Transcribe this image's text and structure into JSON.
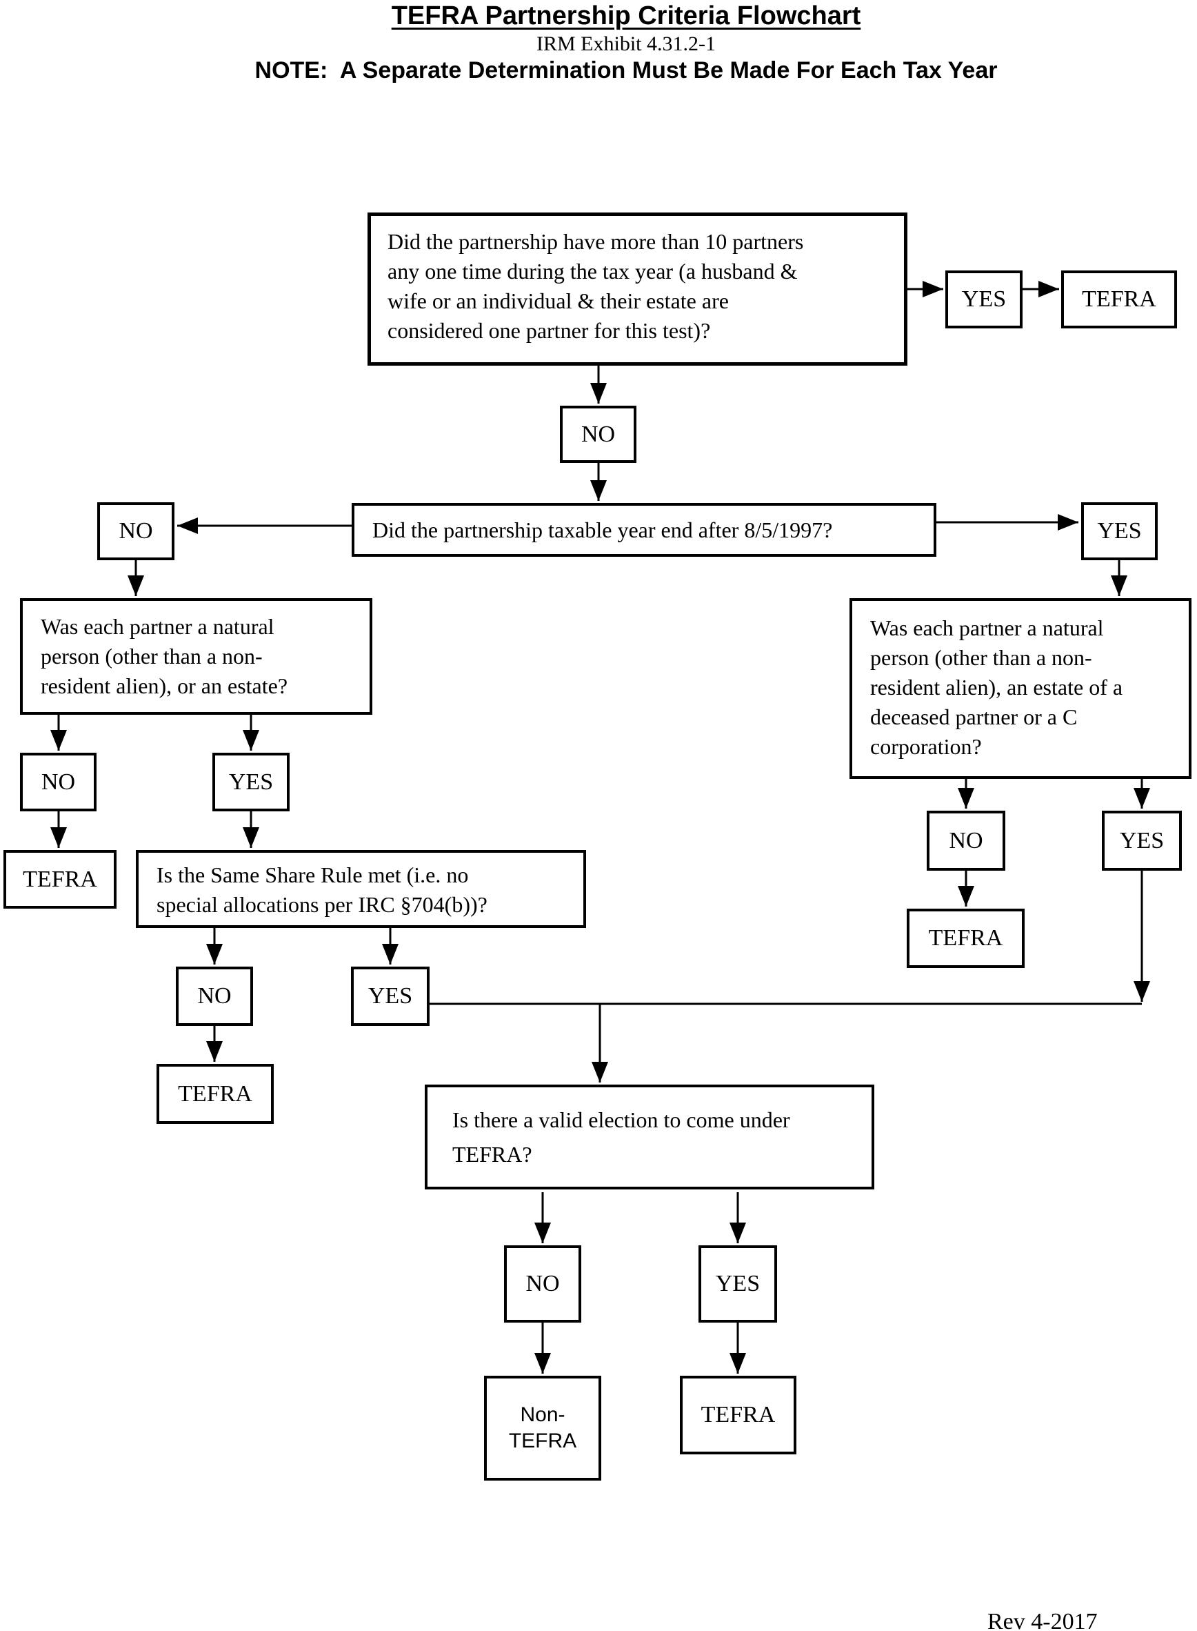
{
  "header": {
    "title": "TEFRA Partnership Criteria Flowchart",
    "subtitle": "IRM Exhibit 4.31.2-1",
    "note": "NOTE:  A Separate Determination Must Be Made For Each Tax Year"
  },
  "nodes": {
    "q_more_than_10_partners": "Did the partnership have more than 10 partners\nany one time during the tax year (a husband &\nwife or an individual & their estate are\nconsidered one partner for this test)?",
    "yes_partners": "YES",
    "tefra_partners": "TEFRA",
    "no_partners": "NO",
    "q_taxable_year": "Did the partnership taxable year end after 8/5/1997?",
    "no_taxable_year": "NO",
    "yes_taxable_year": "YES",
    "q_natural_person_left": "Was each partner a natural\nperson (other than a non-\nresident alien), or an estate?",
    "no_natural_left": "NO",
    "yes_natural_left": "YES",
    "tefra_natural_left": "TEFRA",
    "q_same_share_rule": "Is the Same Share Rule met (i.e. no\nspecial allocations per IRC §704(b))?",
    "no_same_share": "NO",
    "yes_same_share": "YES",
    "tefra_same_share": "TEFRA",
    "q_natural_person_right": "Was each partner a natural\nperson (other than a non-\nresident alien), an estate of a\ndeceased partner or a C\ncorporation?",
    "no_natural_right": "NO",
    "yes_natural_right": "YES",
    "tefra_natural_right": "TEFRA",
    "q_valid_election": "Is there a valid election to come under\nTEFRA?",
    "no_election": "NO",
    "yes_election": "YES",
    "non_tefra_outcome": "Non-\nTEFRA",
    "tefra_election": "TEFRA"
  },
  "footer": {
    "revision": "Rev 4-2017"
  }
}
